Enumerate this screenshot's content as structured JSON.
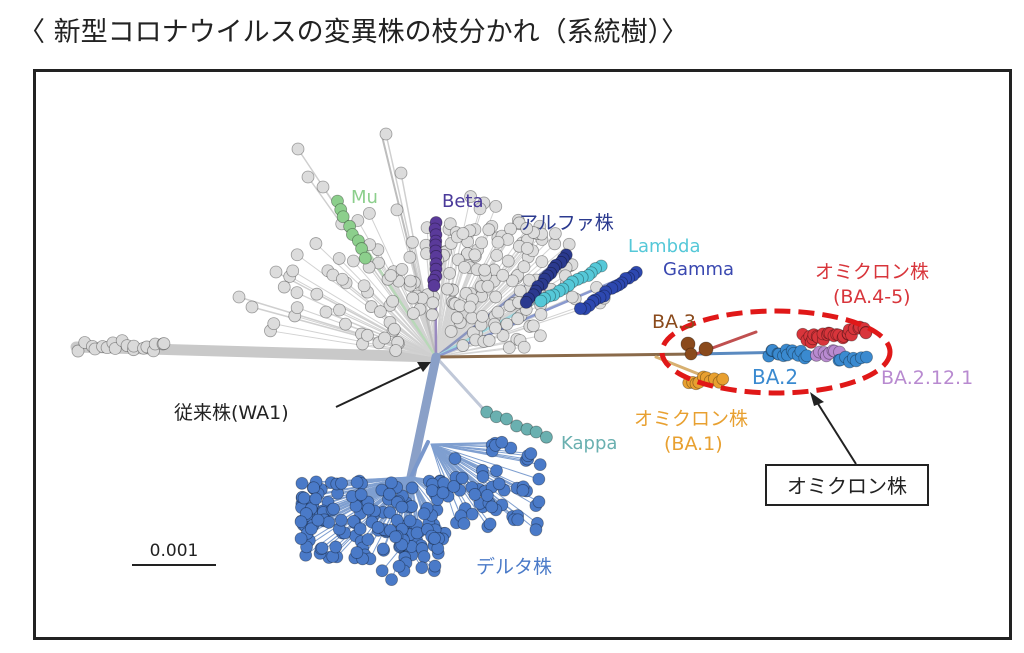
{
  "title": "〈 新型コロナウイルスの変異株の枝分かれ（系統樹）〉",
  "labels": {
    "mu": "Mu",
    "beta": "Beta",
    "alpha": "アルファ株",
    "lambda": "Lambda",
    "gamma": "Gamma",
    "omicron_ba45_line1": "オミクロン株",
    "omicron_ba45_line2": "(BA.4-5)",
    "ba3": "BA.3",
    "ba2": "BA.2",
    "ba2121": "BA.2.12.1",
    "omicron_ba1_line1": "オミクロン株",
    "omicron_ba1_line2": "(BA.1)",
    "kappa": "Kappa",
    "delta": "デルタ株",
    "wa1": "従来株(WA1)",
    "omicron_box": "オミクロン株",
    "scale": "0.001"
  },
  "colors": {
    "gray": "#c9c9c9",
    "mu": "#8ccf8c",
    "beta": "#5a3a9a",
    "alpha": "#2b3a8f",
    "lambda": "#55c8d8",
    "gamma": "#2d48b0",
    "omicron_ba45": "#d8353b",
    "ba3": "#8a4a1c",
    "ba2": "#3a8ad0",
    "ba2121": "#b88ad0",
    "omicron_ba1": "#e8a030",
    "kappa": "#6ab0b0",
    "delta": "#4a7ac8",
    "highlight": "#e01818"
  }
}
